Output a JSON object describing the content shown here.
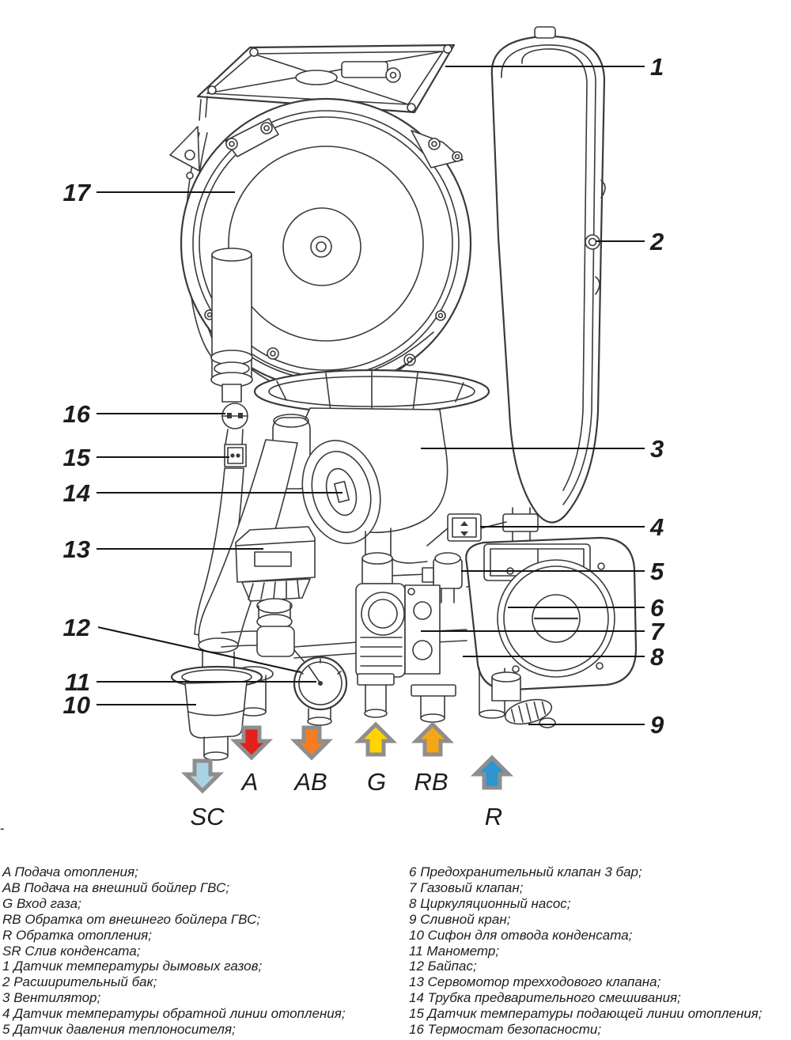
{
  "diagram": {
    "callout_numbers": [
      "1",
      "2",
      "3",
      "4",
      "5",
      "6",
      "7",
      "8",
      "9",
      "10",
      "11",
      "12",
      "13",
      "14",
      "15",
      "16",
      "17"
    ],
    "ports": [
      {
        "label": "SC",
        "direction": "down",
        "color": "#a9d2e4"
      },
      {
        "label": "A",
        "direction": "down",
        "color": "#e3211a"
      },
      {
        "label": "AB",
        "direction": "down",
        "color": "#f57d1f"
      },
      {
        "label": "G",
        "direction": "up",
        "color": "#ffd400"
      },
      {
        "label": "RB",
        "direction": "up",
        "color": "#f4a713"
      },
      {
        "label": "R",
        "direction": "up",
        "color": "#2b96cf"
      }
    ],
    "arrow_outline_color": "#8e8e8e",
    "dash": "-"
  },
  "legend": {
    "left": [
      {
        "key": "A",
        "text": "Подача отопления;"
      },
      {
        "key": "AB",
        "text": "Подача на внешний бойлер ГВС;"
      },
      {
        "key": "G",
        "text": "Вход газа;"
      },
      {
        "key": "RB",
        "text": "Обратка от внешнего бойлера ГВС;"
      },
      {
        "key": "R",
        "text": "Обратка отопления;"
      },
      {
        "key": "SR",
        "text": "Слив конденсата;"
      },
      {
        "key": "1",
        "text": "Датчик температуры дымовых газов;"
      },
      {
        "key": "2",
        "text": "Расширительный бак;"
      },
      {
        "key": "3",
        "text": "Вентилятор;"
      },
      {
        "key": "4",
        "text": "Датчик температуры обратной линии отопления;"
      },
      {
        "key": "5",
        "text": "Датчик давления теплоносителя;"
      }
    ],
    "right": [
      {
        "key": "6",
        "text": "Предохранительный клапан 3 бар;"
      },
      {
        "key": "7",
        "text": "Газовый клапан;"
      },
      {
        "key": "8",
        "text": "Циркуляционный насос;"
      },
      {
        "key": "9",
        "text": "Сливной кран;"
      },
      {
        "key": "10",
        "text": "Сифон для отвода конденсата;"
      },
      {
        "key": "11",
        "text": "Манометр;"
      },
      {
        "key": "12",
        "text": "Байпас;"
      },
      {
        "key": "13",
        "text": "Сервомотор трехходового клапана;"
      },
      {
        "key": "14",
        "text": "Трубка предварительного смешивания;"
      },
      {
        "key": "15",
        "text": "Датчик температуры подающей линии отопления;"
      },
      {
        "key": "16",
        "text": "Термостат безопасности;"
      }
    ]
  }
}
